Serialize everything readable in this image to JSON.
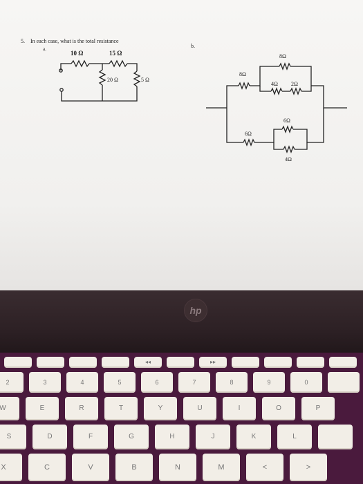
{
  "question": {
    "number": "5.",
    "prompt": "In each case, what is the total resistance",
    "part_a": "a.",
    "part_b": "b."
  },
  "circuit_a": {
    "r1": "10 Ω",
    "r2": "15 Ω",
    "r3": "20 Ω",
    "r4": "5 Ω"
  },
  "circuit_b": {
    "top_outer": "8Ω",
    "top_left": "8Ω",
    "top_mid": "4Ω",
    "top_right": "2Ω",
    "bottom_left": "6Ω",
    "bottom_upper": "6Ω",
    "bottom_lower": "4Ω"
  },
  "laptop": {
    "logo": "hp",
    "function_keys": [
      "",
      "",
      "",
      "",
      "◂◂",
      "",
      "▸▸",
      "",
      "",
      "",
      ""
    ],
    "number_keys": [
      "2",
      "3",
      "4",
      "5",
      "6",
      "7",
      "8",
      "9",
      "0",
      ""
    ],
    "letter_row_1": [
      "W",
      "E",
      "R",
      "T",
      "Y",
      "U",
      "I",
      "O",
      "P"
    ],
    "letter_row_2": [
      "S",
      "D",
      "F",
      "G",
      "H",
      "J",
      "K",
      "L",
      ""
    ],
    "letter_row_3": [
      "X",
      "C",
      "V",
      "B",
      "N",
      "M",
      "<",
      ">"
    ]
  }
}
